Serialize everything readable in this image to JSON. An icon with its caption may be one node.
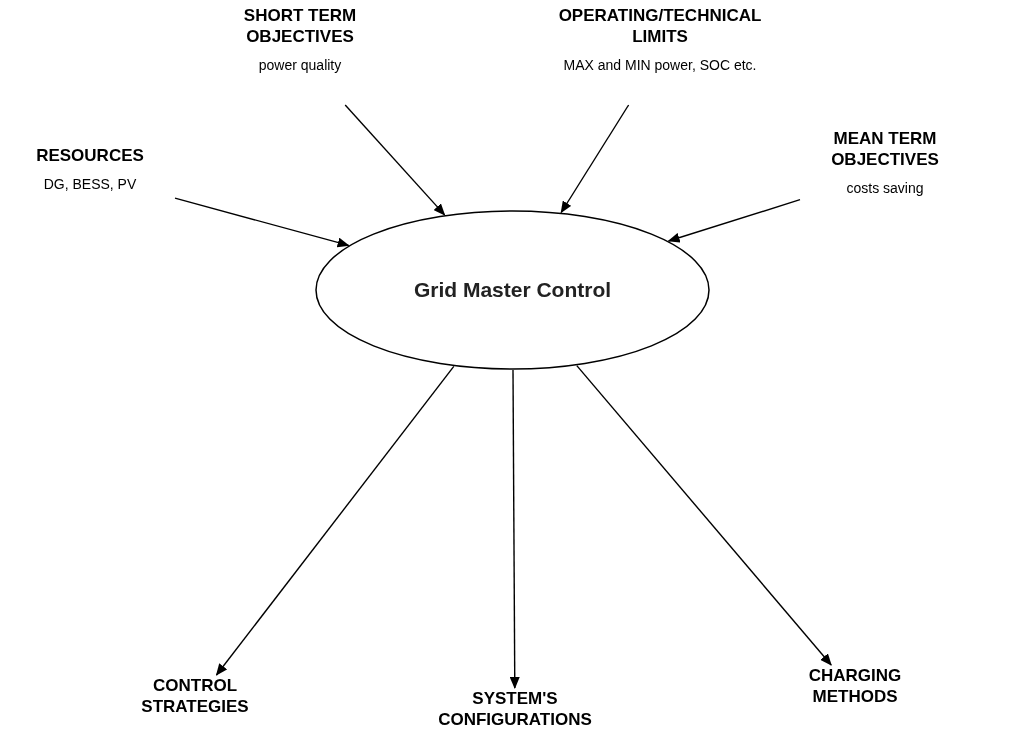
{
  "diagram": {
    "nodes": [
      {
        "text": [
          "SHORT TERM OBJECTIVES",
          "power quality"
        ]
      },
      {
        "text": [
          "OPERATING/TECHNICAL LIMITS",
          "MAX and MIN power, SOC etc."
        ]
      },
      {
        "text": [
          "RESOURCES",
          "DG, BESS, PV"
        ]
      },
      {
        "text": [
          "MEAN TERM OBJECTIVES",
          "costs saving"
        ]
      },
      {
        "text": [
          "Grid Master Control"
        ]
      },
      {
        "text": [
          "CONTROL STRATEGIES"
        ]
      },
      {
        "text": [
          "SYSTEM'S CONFIGURATIONS"
        ]
      },
      {
        "text": [
          "CHARGING METHODS"
        ]
      }
    ],
    "edges": [
      {
        "from": 0,
        "to": 4,
        "arrow": "to"
      },
      {
        "from": 1,
        "to": 4,
        "arrow": "to"
      },
      {
        "from": 2,
        "to": 4,
        "arrow": "to"
      },
      {
        "from": 3,
        "to": 4,
        "arrow": "to"
      },
      {
        "from": 4,
        "to": 5,
        "arrow": "to"
      },
      {
        "from": 4,
        "to": 6,
        "arrow": "to"
      },
      {
        "from": 4,
        "to": 7,
        "arrow": "to"
      }
    ]
  }
}
